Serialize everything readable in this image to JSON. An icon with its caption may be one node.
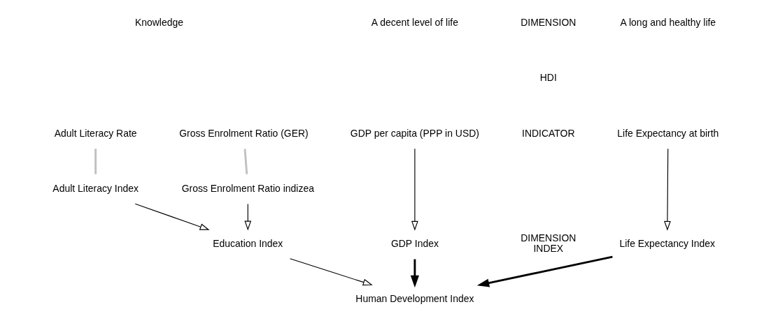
{
  "diagram": {
    "nodes": [
      {
        "text": [
          "A long and healthy life"
        ]
      },
      {
        "text": [
          "Life Expectancy at birth"
        ]
      },
      {
        "text": [
          "Knowledge"
        ]
      },
      {
        "text": [
          "Adult Literacy Rate"
        ]
      },
      {
        "text": [
          "Gross Enrolment Ratio (GER)"
        ]
      },
      {
        "text": [
          "A decent level of life"
        ]
      },
      {
        "text": [
          "GDP per capita (PPP in USD)"
        ]
      },
      {
        "text": [
          "Adult Literacy Index"
        ]
      },
      {
        "text": [
          "Gross Enrolment Ratio indizea"
        ]
      },
      {
        "text": [
          "Life Expectancy Index"
        ]
      },
      {
        "text": [
          "Education Index"
        ]
      },
      {
        "text": [
          "GDP Index"
        ]
      },
      {
        "text": [
          "Human Development Index"
        ]
      }
    ],
    "edges": [
      {
        "from": 1,
        "to": 9,
        "arrow": "to"
      },
      {
        "from": 3,
        "to": 7,
        "arrow": "none",
        "style": "thick",
        "color": "#c0c0c0"
      },
      {
        "from": 4,
        "to": 8,
        "arrow": "none",
        "style": "thick",
        "color": "#c0c0c0"
      },
      {
        "from": 7,
        "to": 10,
        "arrow": "to"
      },
      {
        "from": 8,
        "to": 10,
        "arrow": "to"
      },
      {
        "from": 6,
        "to": 11,
        "arrow": "to"
      },
      {
        "from": 9,
        "to": 12,
        "arrow": "to",
        "style": "thick"
      },
      {
        "from": 10,
        "to": 12,
        "arrow": "to"
      },
      {
        "from": 11,
        "to": 12,
        "arrow": "to",
        "style": "thick"
      }
    ],
    "labels": [
      "DIMENSION",
      "HDI",
      "INDICATOR",
      "DIMENSION INDEX"
    ]
  }
}
